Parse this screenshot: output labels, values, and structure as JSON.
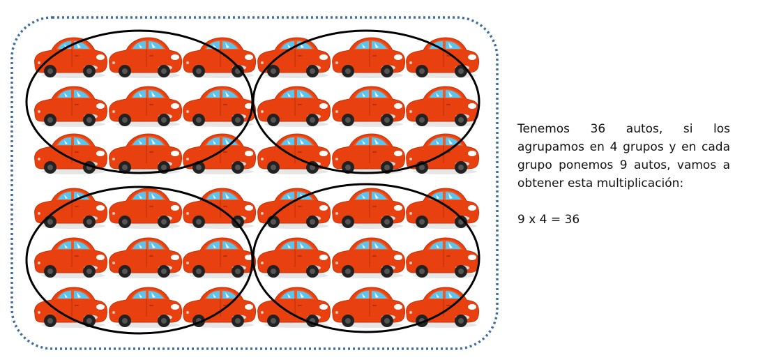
{
  "explanation": {
    "text": "Tenemos 36 autos, si los agrupamos en 4 grupos y en cada grupo ponemos 9 autos, vamos a obtener esta multiplicación:",
    "equation": "9 x 4 = 36"
  },
  "illustration": {
    "total_cars": 36,
    "groups": 4,
    "cars_per_group": 9,
    "icon": "red-car-icon",
    "colors": {
      "car_body": "#e8410f",
      "car_window": "#5bc4ee",
      "frame_border": "#3f6e9e",
      "group_ellipse": "#000000"
    }
  }
}
